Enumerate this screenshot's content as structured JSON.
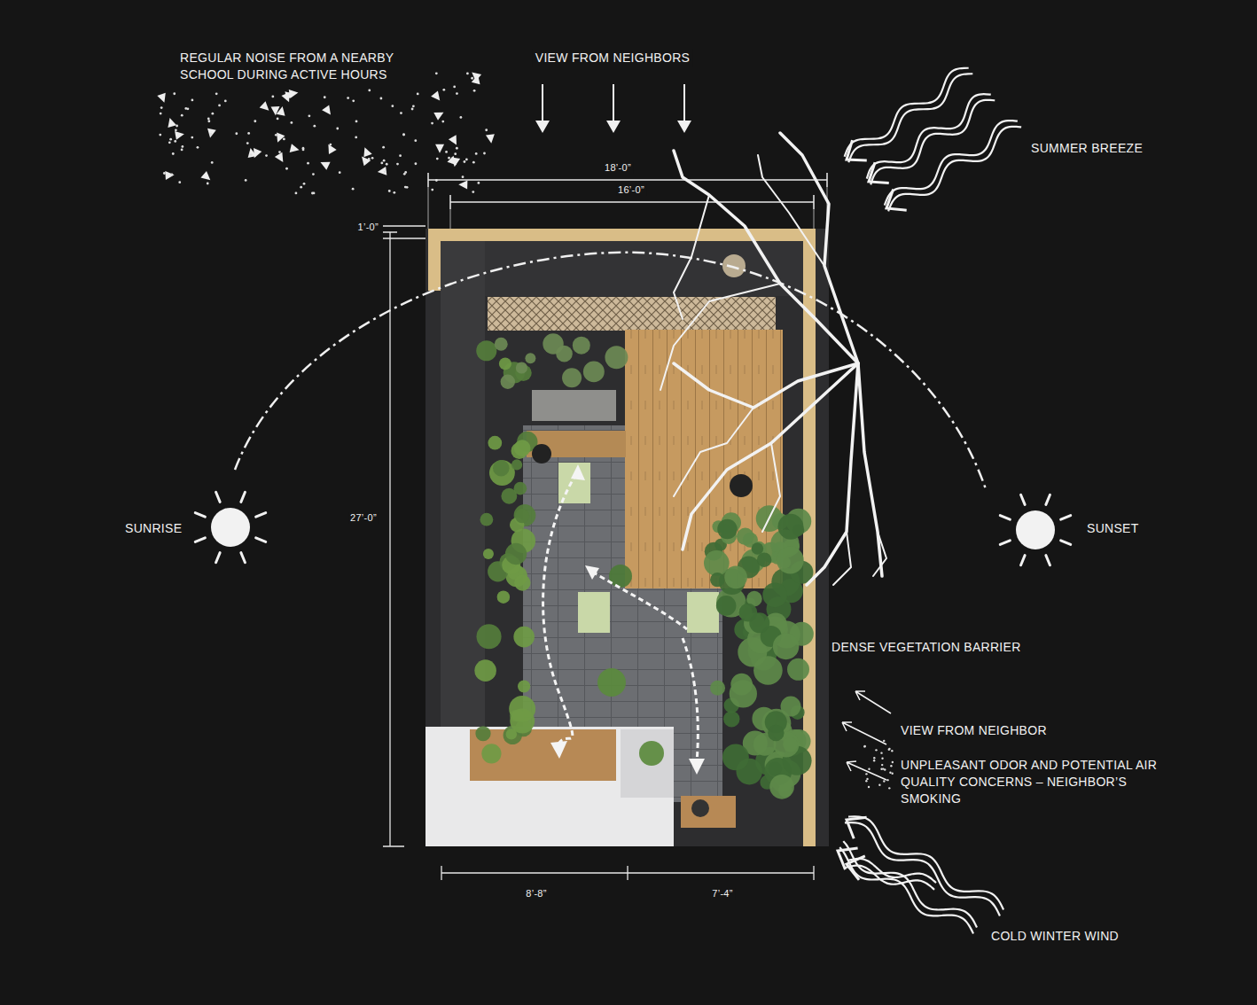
{
  "diagram": {
    "labels": [
      "REGULAR NOISE FROM A NEARBY SCHOOL DURING ACTIVE HOURS",
      "VIEW FROM NEIGHBORS",
      "SUMMER BREEZE",
      "18’-0”",
      "16’-0”",
      "1’-0”",
      "27’-0”",
      "SUNRISE",
      "SUNSET",
      "DENSE VEGETATION BARRIER",
      "VIEW FROM NEIGHBOR",
      "UNPLEASANT ODOR AND POTENTIAL AIR QUALITY CONCERNS – NEIGHBOR’S SMOKING",
      "8’-8”",
      "7’-4”",
      "COLD WINTER WIND"
    ]
  }
}
